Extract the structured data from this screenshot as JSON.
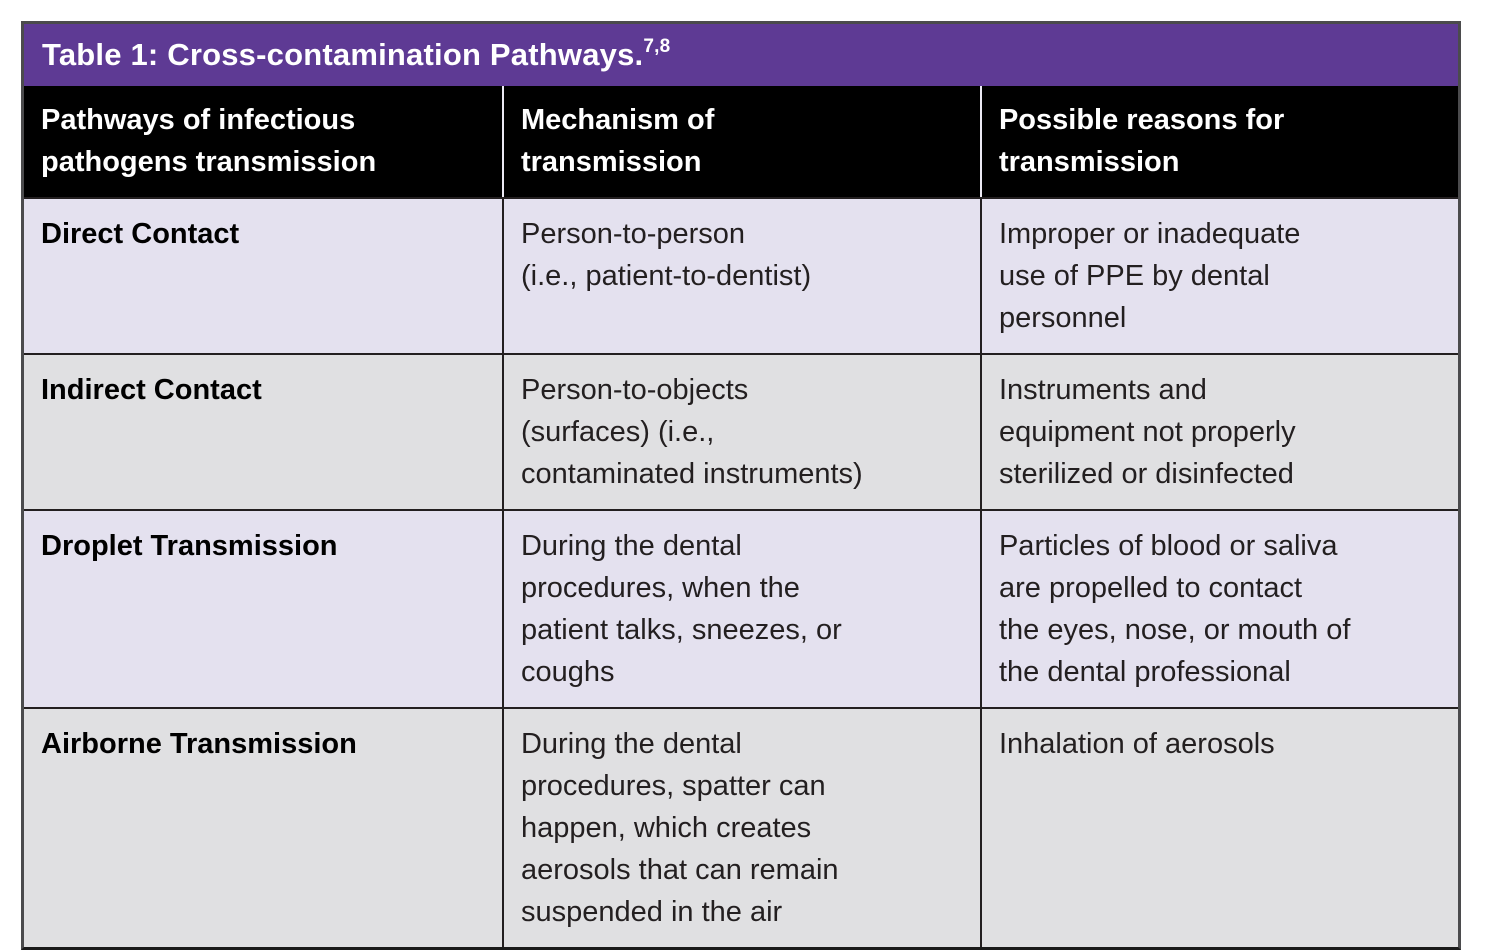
{
  "table": {
    "title": "Table 1: Cross-contamination Pathways.",
    "title_superscript": "7,8",
    "columns": [
      "Pathways of infectious\npathogens transmission",
      "Mechanism of\ntransmission",
      "Possible reasons for\ntransmission"
    ],
    "rows": [
      {
        "pathway": "Direct Contact",
        "mechanism": "Person-to-person\n(i.e., patient-to-dentist)",
        "reason": "Improper or inadequate\nuse of PPE by dental\npersonnel"
      },
      {
        "pathway": "Indirect Contact",
        "mechanism": "Person-to-objects\n(surfaces) (i.e.,\ncontaminated instruments)",
        "reason": "Instruments and\nequipment not properly\nsterilized or disinfected"
      },
      {
        "pathway": "Droplet Transmission",
        "mechanism": "During the dental\nprocedures, when the\npatient talks, sneezes, or\ncoughs",
        "reason": "Particles of blood or saliva\nare propelled to contact\nthe eyes, nose, or mouth of\nthe dental professional"
      },
      {
        "pathway": "Airborne Transmission",
        "mechanism": "During the dental\nprocedures, spatter can\nhappen, which creates\naerosols that can remain\nsuspended in the air",
        "reason": "Inhalation of aerosols"
      }
    ]
  },
  "colors": {
    "title_bg": "#5e3a94",
    "header_bg": "#000000",
    "row_lavender": "#e4e1ef",
    "row_gray": "#e0e0e2",
    "border": "#231f20"
  }
}
